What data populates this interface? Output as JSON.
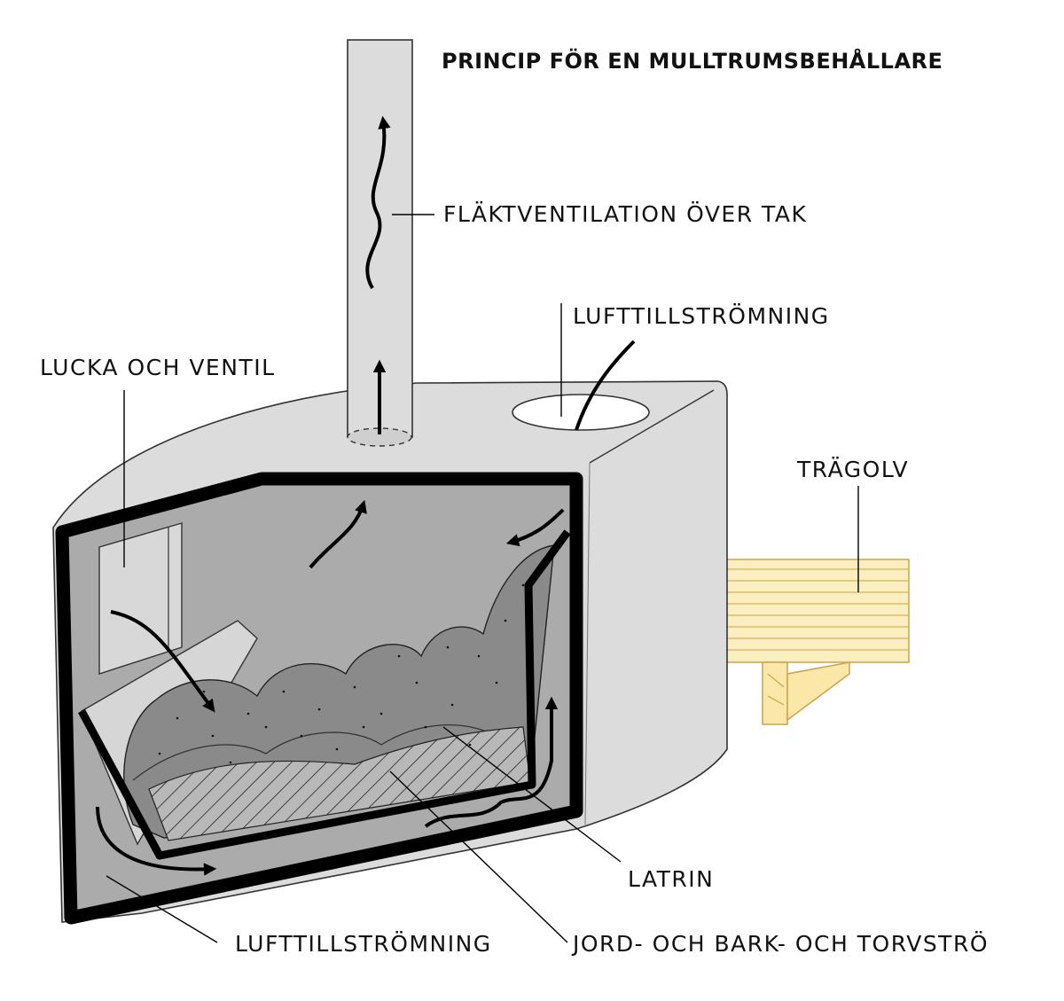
{
  "title": "PRINCIP FÖR EN MULLTRUMSBEHÅLLARE",
  "labels": {
    "fan_ventilation": "FLÄKTVENTILATION ÖVER TAK",
    "air_inflow_top": "LUFTTILLSTRÖMNING",
    "hatch_valve": "LUCKA OCH VENTIL",
    "wood_floor": "TRÄGOLV",
    "latrine": "LATRIN",
    "air_inflow_bottom": "LUFTTILLSTRÖMNING",
    "soil_litter": "JORD- OCH BARK- OCH TORVSTRÖ"
  },
  "colors": {
    "container": "#dcdcdc",
    "interior": "#ababab",
    "compost": "#8a8a8a",
    "wood": "#fbeec0",
    "outline": "#000000"
  }
}
